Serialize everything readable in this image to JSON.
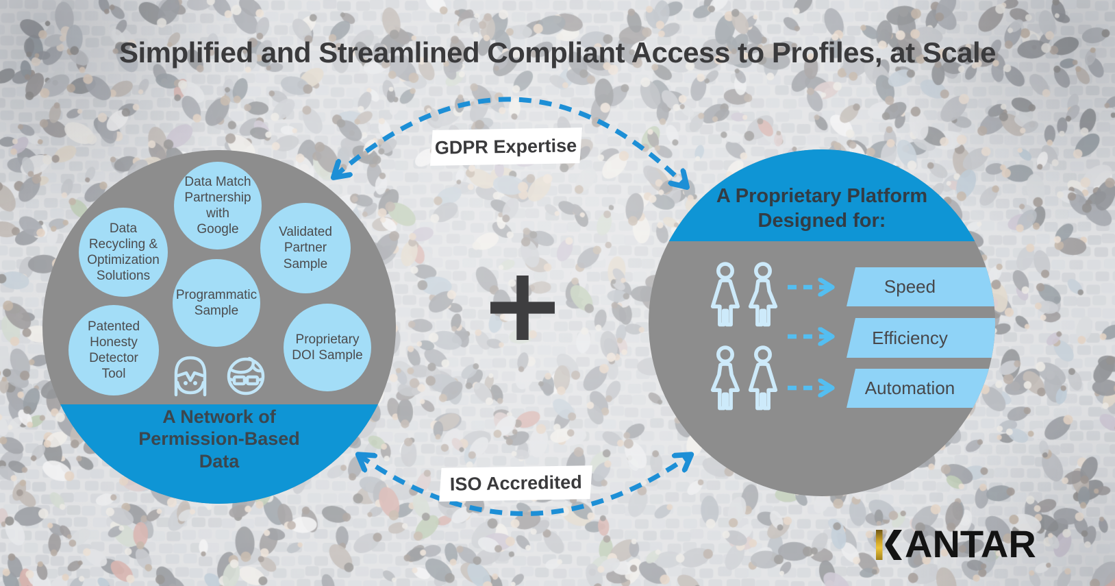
{
  "title": "Simplified and Streamlined Compliant Access to Profiles, at Scale",
  "connector": {
    "plus_symbol": "+",
    "top_label": "GDPR Expertise",
    "bottom_label": "ISO Accredited"
  },
  "left_circle": {
    "band_label": "A Network of\nPermission-Based\nData",
    "bubbles": [
      "Data Match\nPartnership\nwith\nGoogle",
      "Data\nRecycling &\nOptimization\nSolutions",
      "Validated\nPartner\nSample",
      "Programmatic\nSample",
      "Patented\nHonesty\nDetector\nTool",
      "Proprietary\nDOI Sample"
    ]
  },
  "right_circle": {
    "heading": "A Proprietary Platform\nDesigned for:",
    "items": [
      "Speed",
      "Efficiency",
      "Automation"
    ]
  },
  "logo": {
    "brand": "KANTAR",
    "brand_tail": "ANTAR"
  },
  "colors": {
    "kantar_blue": "#0f95d5",
    "bubble_blue": "#a3ddf7",
    "banner_blue": "#8fd3f7",
    "arc_blue": "#1d8fd6",
    "small_arrow_blue": "#54bef1",
    "pale_icon_blue": "#cdeafa",
    "circle_gray": "#8d8d8d",
    "title_gray": "#3a3a3c",
    "kantar_gold": "#d8a92c"
  },
  "icons": {
    "left_faces": [
      "girl-face-icon",
      "boy-glasses-face-icon"
    ],
    "right_people": "person-outline-icon",
    "connector_arrows": "dashed-double-arrow-icon",
    "item_arrows": "dashed-arrow-icon",
    "logo_mark": "kantar-k-gold-bar"
  }
}
